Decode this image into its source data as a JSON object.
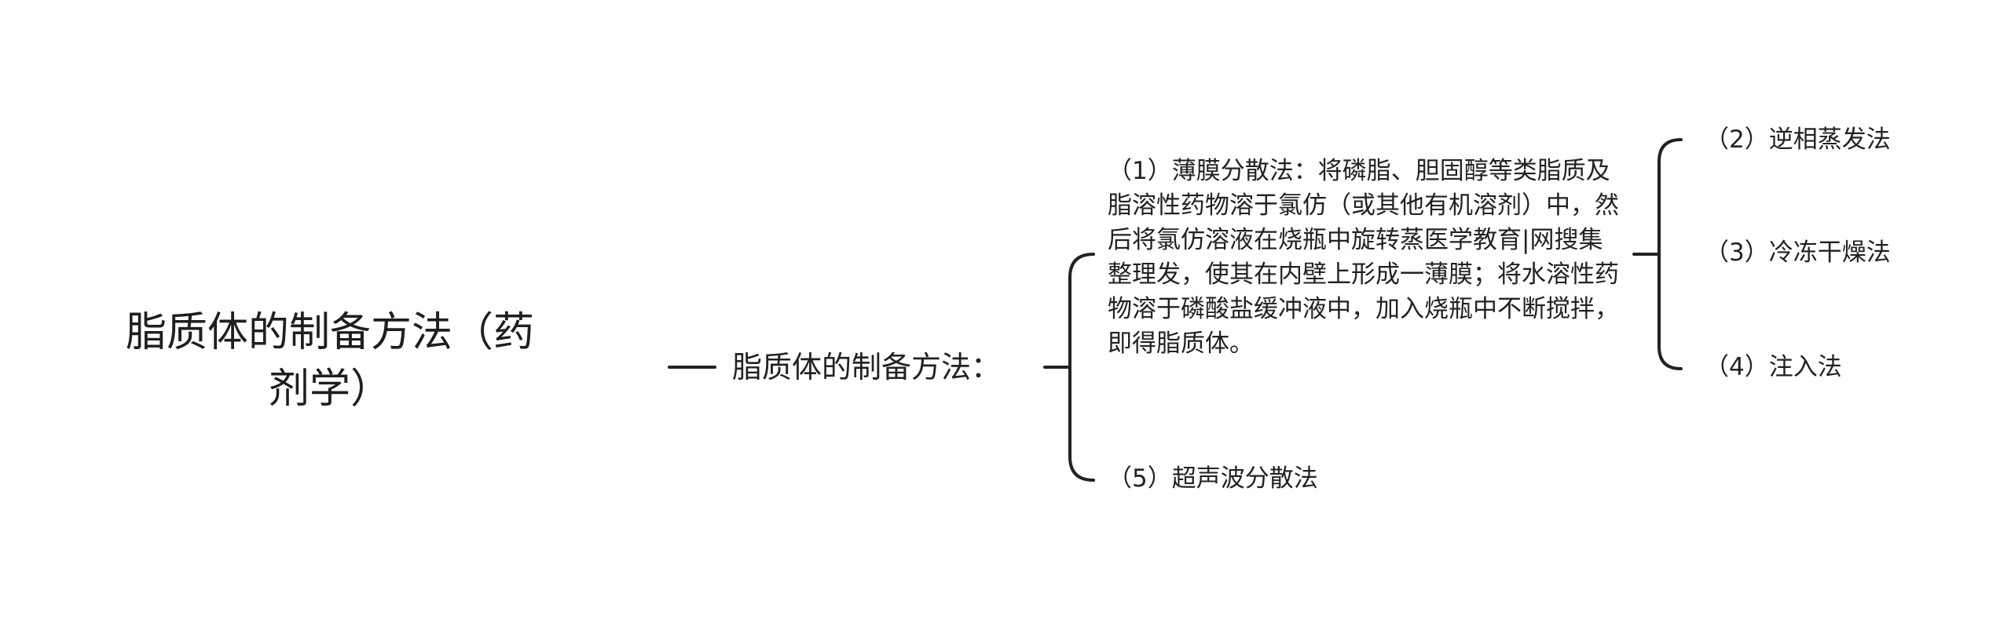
{
  "mindmap": {
    "root": {
      "label": "脂质体的制备方法（药剂学）"
    },
    "branch": {
      "label": "脂质体的制备方法："
    },
    "children": [
      {
        "label": "（1）薄膜分散法：将磷脂、胆固醇等类脂质及脂溶性药物溶于氯仿（或其他有机溶剂）中，然后将氯仿溶液在烧瓶中旋转蒸医学教育|网搜集整理发，使其在内壁上形成一薄膜；将水溶性药物溶于磷酸盐缓冲液中，加入烧瓶中不断搅拌，即得脂质体。",
        "children": [
          {
            "label": "（2）逆相蒸发法"
          },
          {
            "label": "（3）冷冻干燥法"
          },
          {
            "label": "（4）注入法"
          }
        ]
      },
      {
        "label": "（5）超声波分散法"
      }
    ]
  }
}
